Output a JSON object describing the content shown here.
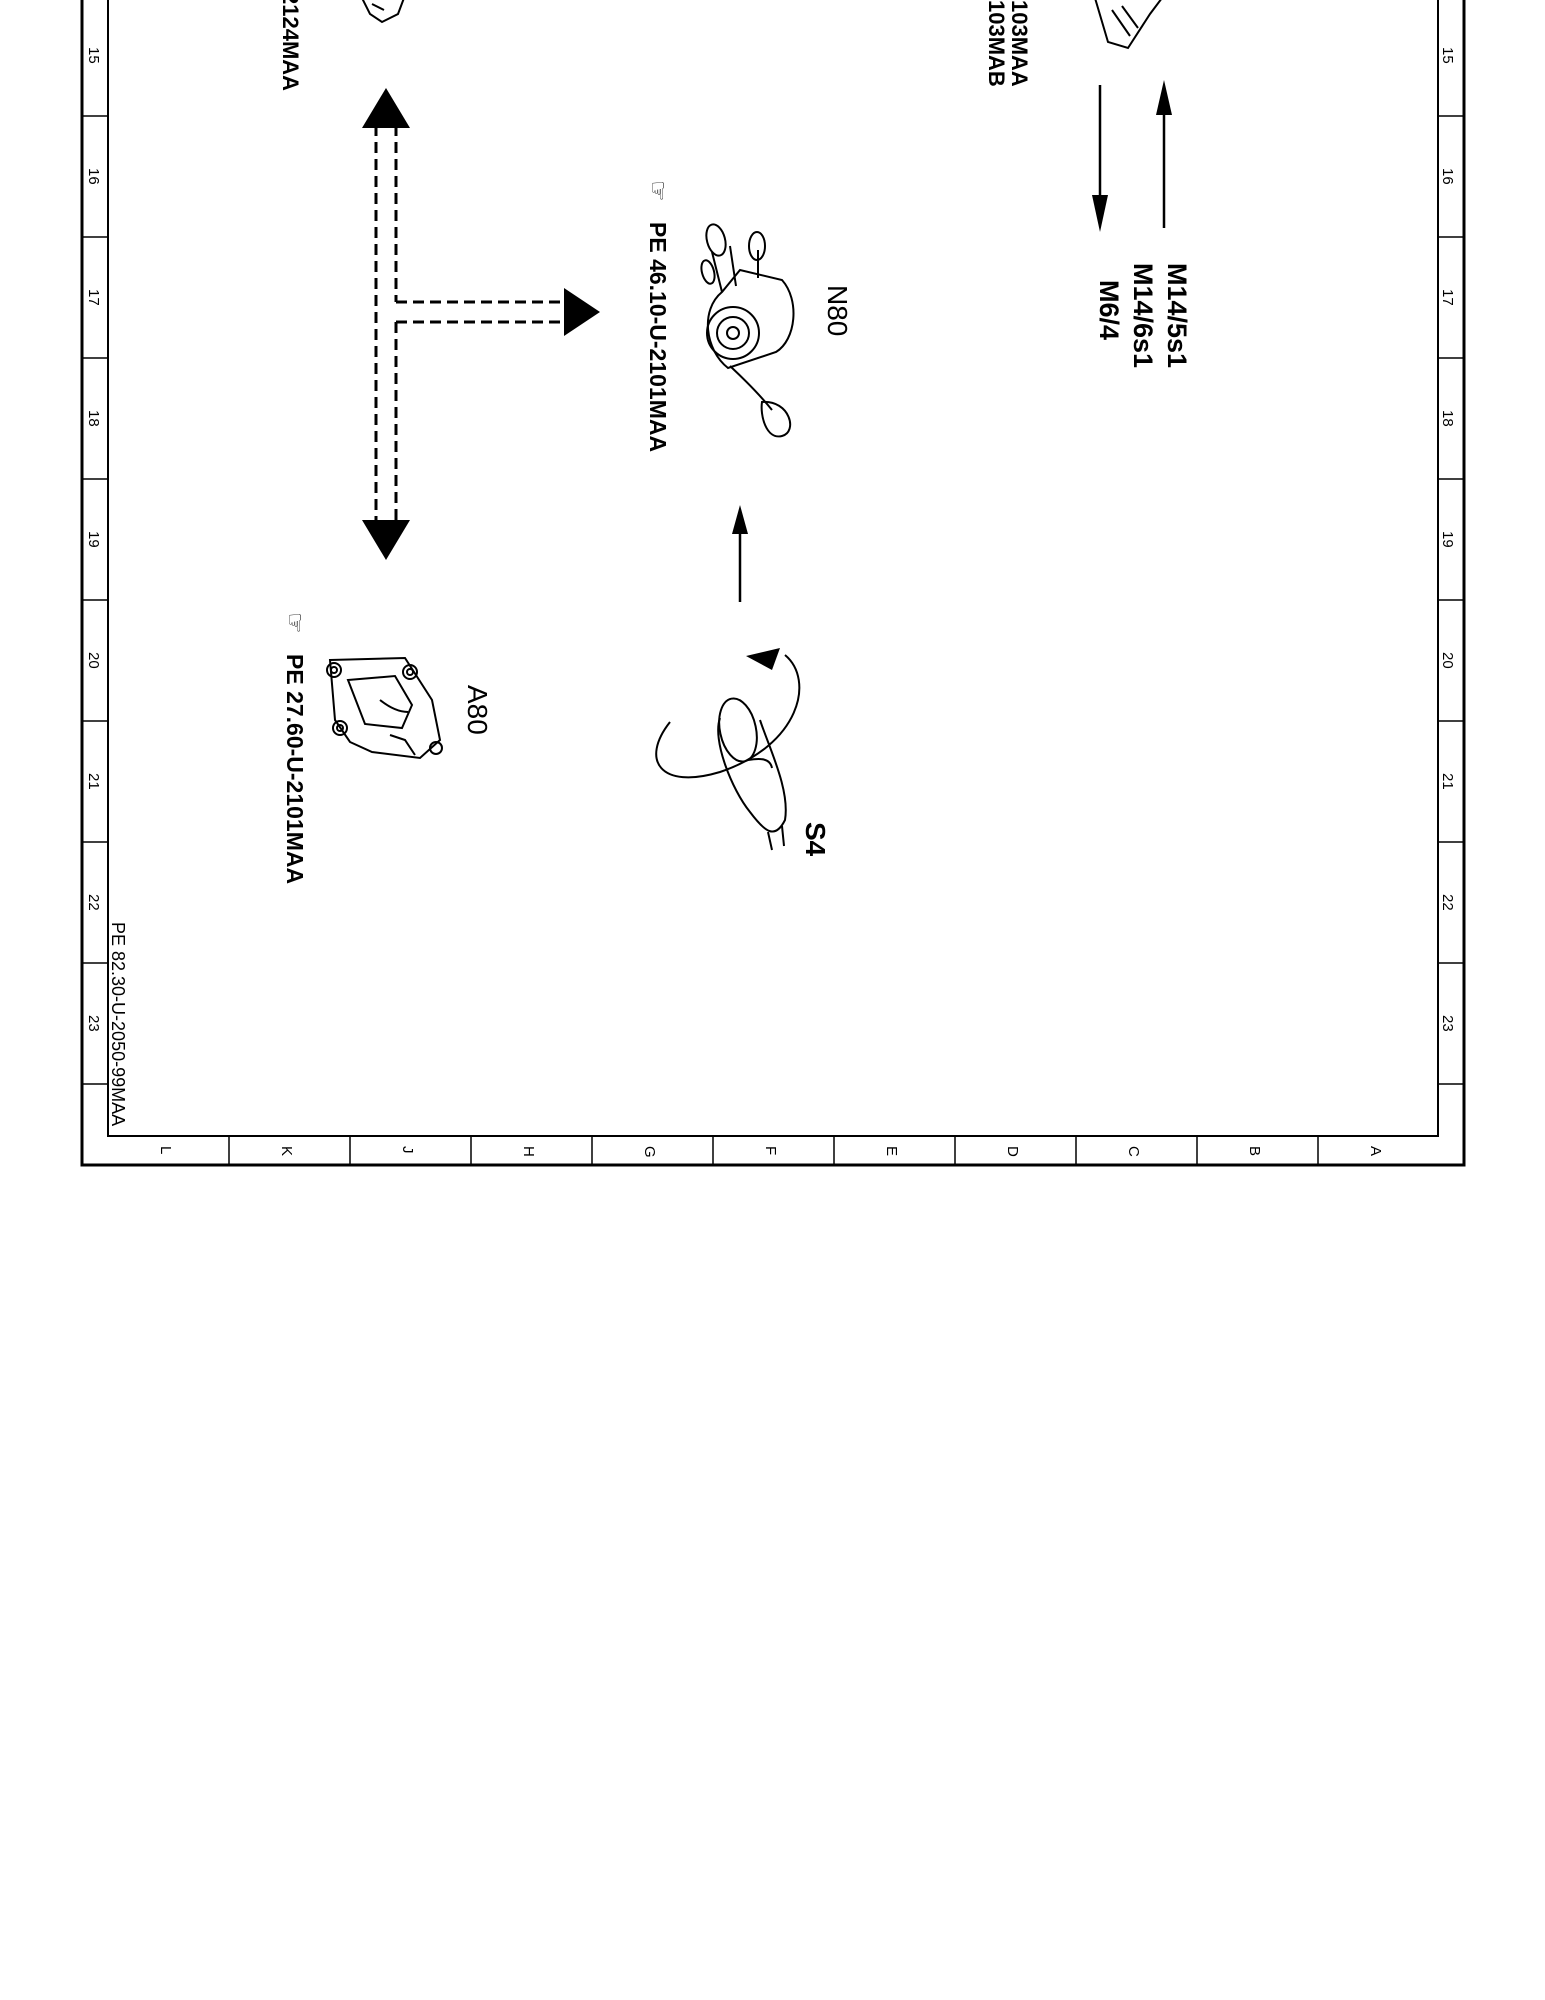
{
  "grid": {
    "row_numbers": [
      "15",
      "16",
      "17",
      "18",
      "19",
      "20",
      "21",
      "22",
      "23"
    ],
    "column_letters": [
      "L",
      "K",
      "J",
      "H",
      "G",
      "F",
      "E",
      "D",
      "C",
      "B",
      "A"
    ]
  },
  "components": {
    "n80": {
      "code": "N80",
      "ref": "PE 46.10-U-2101MAA"
    },
    "a80": {
      "code": "A80",
      "ref": "PE 27.60-U-2101MAA"
    },
    "s4": {
      "code": "S4"
    },
    "top_left_ref": "2124MAA",
    "top_right_refs": [
      "103MAA",
      "103MAB"
    ],
    "motor_labels": [
      "M14/5s1",
      "M14/6s1",
      "M6/4"
    ]
  },
  "document_id": "PE 82.30-U-2050-99MAA",
  "colors": {
    "ink": "#000000",
    "paper": "#ffffff"
  }
}
